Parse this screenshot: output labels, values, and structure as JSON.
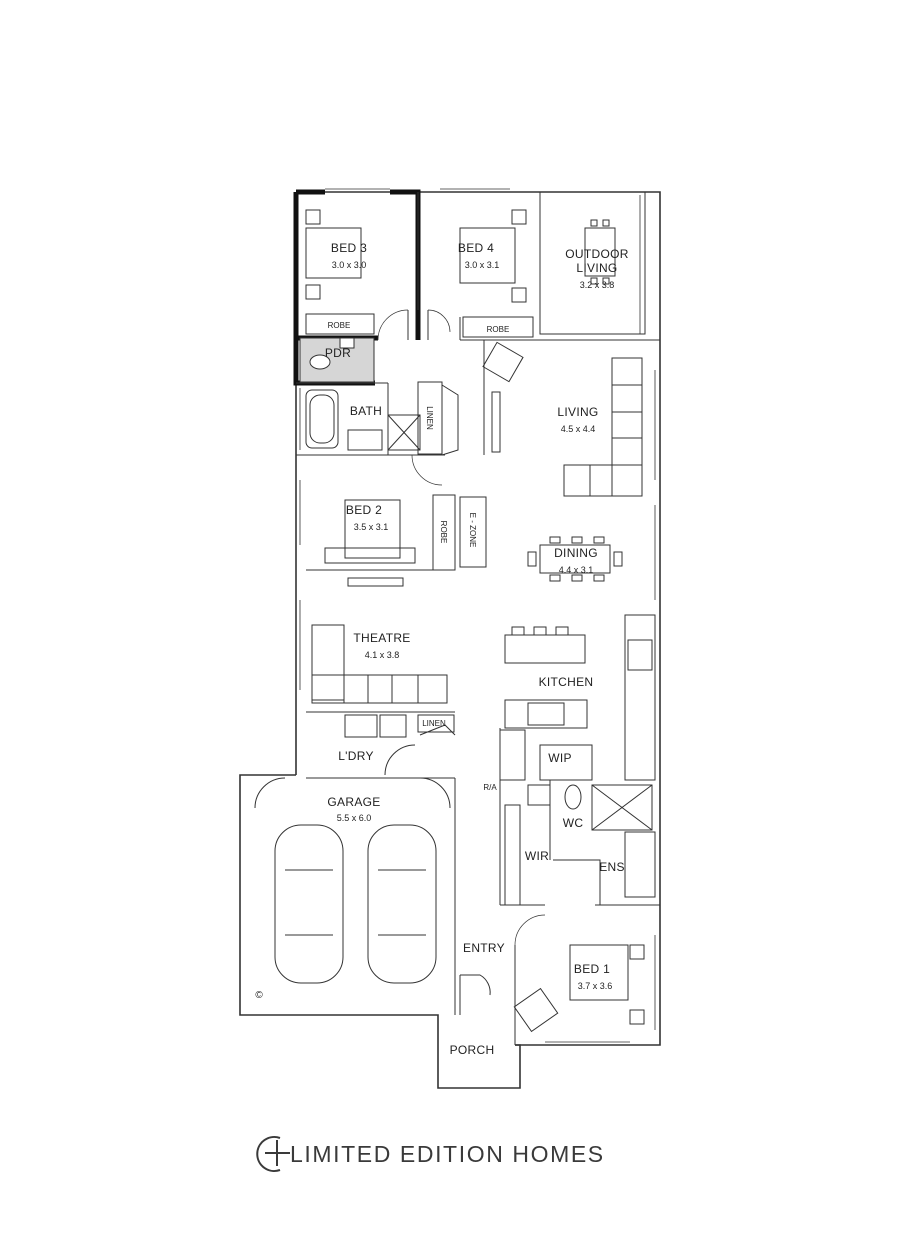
{
  "brand": {
    "name": "LIMITED EDITION HOMES"
  },
  "rooms": {
    "bed3": {
      "name": "BED 3",
      "size": "3.0 x 3.0"
    },
    "bed4": {
      "name": "BED 4",
      "size": "3.0 x 3.1"
    },
    "outdoor": {
      "name1": "OUTDOOR",
      "name2": "LIVING",
      "size": "3.2 x 3.8"
    },
    "robe3": {
      "name": "ROBE"
    },
    "robe4": {
      "name": "ROBE"
    },
    "pdr": {
      "name": "PDR"
    },
    "bath": {
      "name": "BATH"
    },
    "linen1": {
      "name": "LINEN"
    },
    "living": {
      "name": "LIVING",
      "size": "4.5 x 4.4"
    },
    "bed2": {
      "name": "BED 2",
      "size": "3.5 x 3.1"
    },
    "robe2": {
      "name": "ROBE"
    },
    "ezone": {
      "name": "E - ZONE"
    },
    "dining": {
      "name": "DINING",
      "size": "4.4 x 3.1"
    },
    "theatre": {
      "name": "THEATRE",
      "size": "4.1 x 3.8"
    },
    "kitchen": {
      "name": "KITCHEN"
    },
    "linen2": {
      "name": "LINEN"
    },
    "ldry": {
      "name": "L'DRY"
    },
    "wip": {
      "name": "WIP"
    },
    "garage": {
      "name": "GARAGE",
      "size": "5.5 x 6.0"
    },
    "ra": {
      "name": "R/A"
    },
    "wc": {
      "name": "WC"
    },
    "wir": {
      "name": "WIR"
    },
    "ens": {
      "name": "ENS"
    },
    "entry": {
      "name": "ENTRY"
    },
    "bed1": {
      "name": "BED 1",
      "size": "3.7 x 3.6"
    },
    "porch": {
      "name": "PORCH"
    }
  },
  "copyright": "©"
}
